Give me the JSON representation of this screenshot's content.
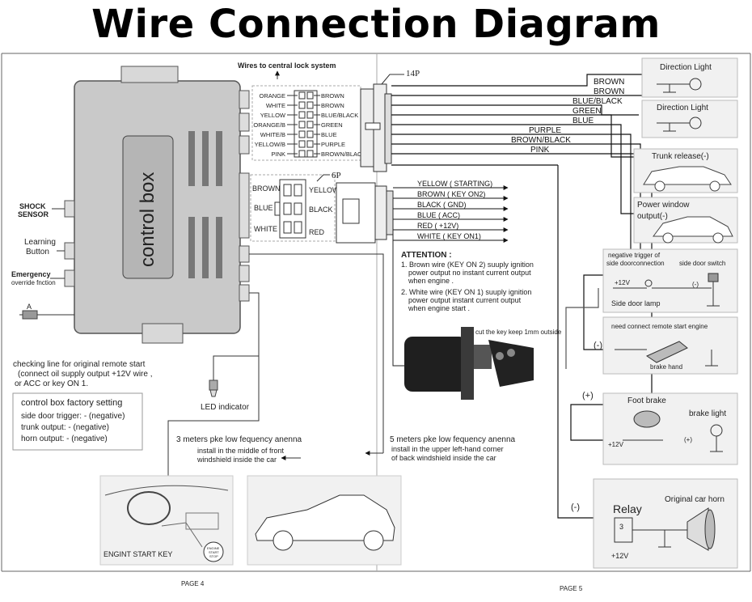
{
  "title": "Wire Connection Diagram",
  "central_lock": {
    "title": "Wires to central lock system",
    "left": [
      "ORANGE",
      "WHITE",
      "YELLOW",
      "ORANGE/B",
      "WHITE/B",
      "YELLOW/B",
      "PINK"
    ],
    "right": [
      "BROWN",
      "BROWN",
      "BLUE/BLACK",
      "GREEN",
      "BLUE",
      "PURPLE",
      "BROWN/BLACK"
    ]
  },
  "control_box": {
    "label": "control box"
  },
  "connector_14p": "14P",
  "connector_6p": "6P",
  "six_p": {
    "left": [
      "BROWN",
      "BLUE",
      "WHITE"
    ],
    "right": [
      "YELLOW",
      "BLACK",
      "RED"
    ]
  },
  "ignition_wires": [
    "YELLOW ( STARTING)",
    "BROWN ( KEY ON2)",
    "BLACK ( GND)",
    "BLUE ( ACC)",
    "RED ( +12V)",
    "WHITE ( KEY ON1)"
  ],
  "right_wires": [
    "BROWN",
    "BROWN",
    "BLUE/BLACK",
    "GREEN",
    "BLUE",
    "PURPLE",
    "BROWN/BLACK",
    "PINK"
  ],
  "left_labels": {
    "shock": [
      "SHOCK",
      "SENSOR"
    ],
    "learning": [
      "Learning",
      "Button"
    ],
    "emergency": [
      "Emergency",
      "override fnction"
    ],
    "a_marker": "A",
    "checking": [
      "checking line for original remote start",
      "(connect oil supply output +12V wire ,",
      "or ACC or key ON 1."
    ],
    "led": "LED indicator"
  },
  "factory_setting": {
    "title": "control box factory setting",
    "lines": [
      "side door trigger: - (negative)",
      "trunk output: - (negative)",
      "horn output: - (negative)"
    ]
  },
  "attention": {
    "title": "ATTENTION :",
    "note1": [
      "1. Brown wire (KEY  ON 2) suuply ignition",
      "power output no instant current output",
      "when engine ."
    ],
    "note2": [
      "2. White wire (KEY  ON 1) suuply ignition",
      "power output  instant current output",
      "when engine start ."
    ]
  },
  "key_cut": "cut the key keep 1mm outside",
  "antenna_front": {
    "title": "3 meters pke low fequency anenna",
    "lines": [
      "install in the  middle of front",
      "windshield inside the car"
    ]
  },
  "antenna_rear": {
    "title": "5 meters pke low fequency anenna",
    "lines": [
      "install in the  upper left-hand corner",
      "of back windshield inside the car"
    ]
  },
  "start_key": {
    "label": "ENGINT START KEY",
    "button": [
      "ENGINE",
      "START",
      "STOP"
    ]
  },
  "pages": [
    "PAGE 4",
    "PAGE 5"
  ],
  "panels": {
    "direction1": "Direction Light",
    "direction2": "Direction Light",
    "trunk": "Trunk release(-)",
    "window": [
      "Power window",
      "output(-)"
    ],
    "door_title": [
      "negative trigger of",
      "side doorconnection"
    ],
    "door_switch": "side door switch",
    "door_12v": "+12V",
    "door_lamp": "Side door lamp",
    "door_sign": "(-)",
    "remote_start": "need connect remote start engine",
    "brake_hand": "brake hand",
    "foot_brake": "Foot brake",
    "brake_light": "brake light",
    "brake_12v": "+12V",
    "brake_plus": "(+)",
    "relay": "Relay",
    "relay_num": "3",
    "horn": "Original car horn",
    "horn_12v": "+12V",
    "sign_minus": "(-)",
    "sign_plus": "(+)",
    "sign_minus2": "(-)"
  }
}
